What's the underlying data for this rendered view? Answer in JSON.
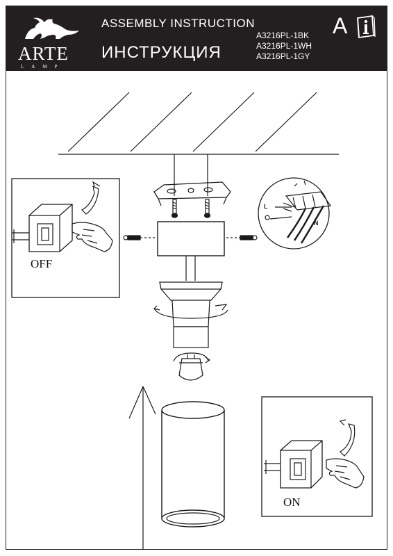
{
  "header": {
    "brand": "ARTE",
    "brand_sub": "LAMP",
    "title_en": "ASSEMBLY INSTRUCTION",
    "title_ru": "ИНСТРУКЦИЯ",
    "models": [
      "A3216PL-1BK",
      "A3216PL-1WH",
      "A3216PL-1GY"
    ],
    "language": "A",
    "info_icon": "info-book-icon"
  },
  "steps": {
    "off_label": "OFF",
    "on_label": "ON"
  },
  "wiring": {
    "live_label": "L",
    "neutral_label": "N"
  },
  "colors": {
    "header_bg": "#231f20",
    "line": "#1a1a1a"
  }
}
